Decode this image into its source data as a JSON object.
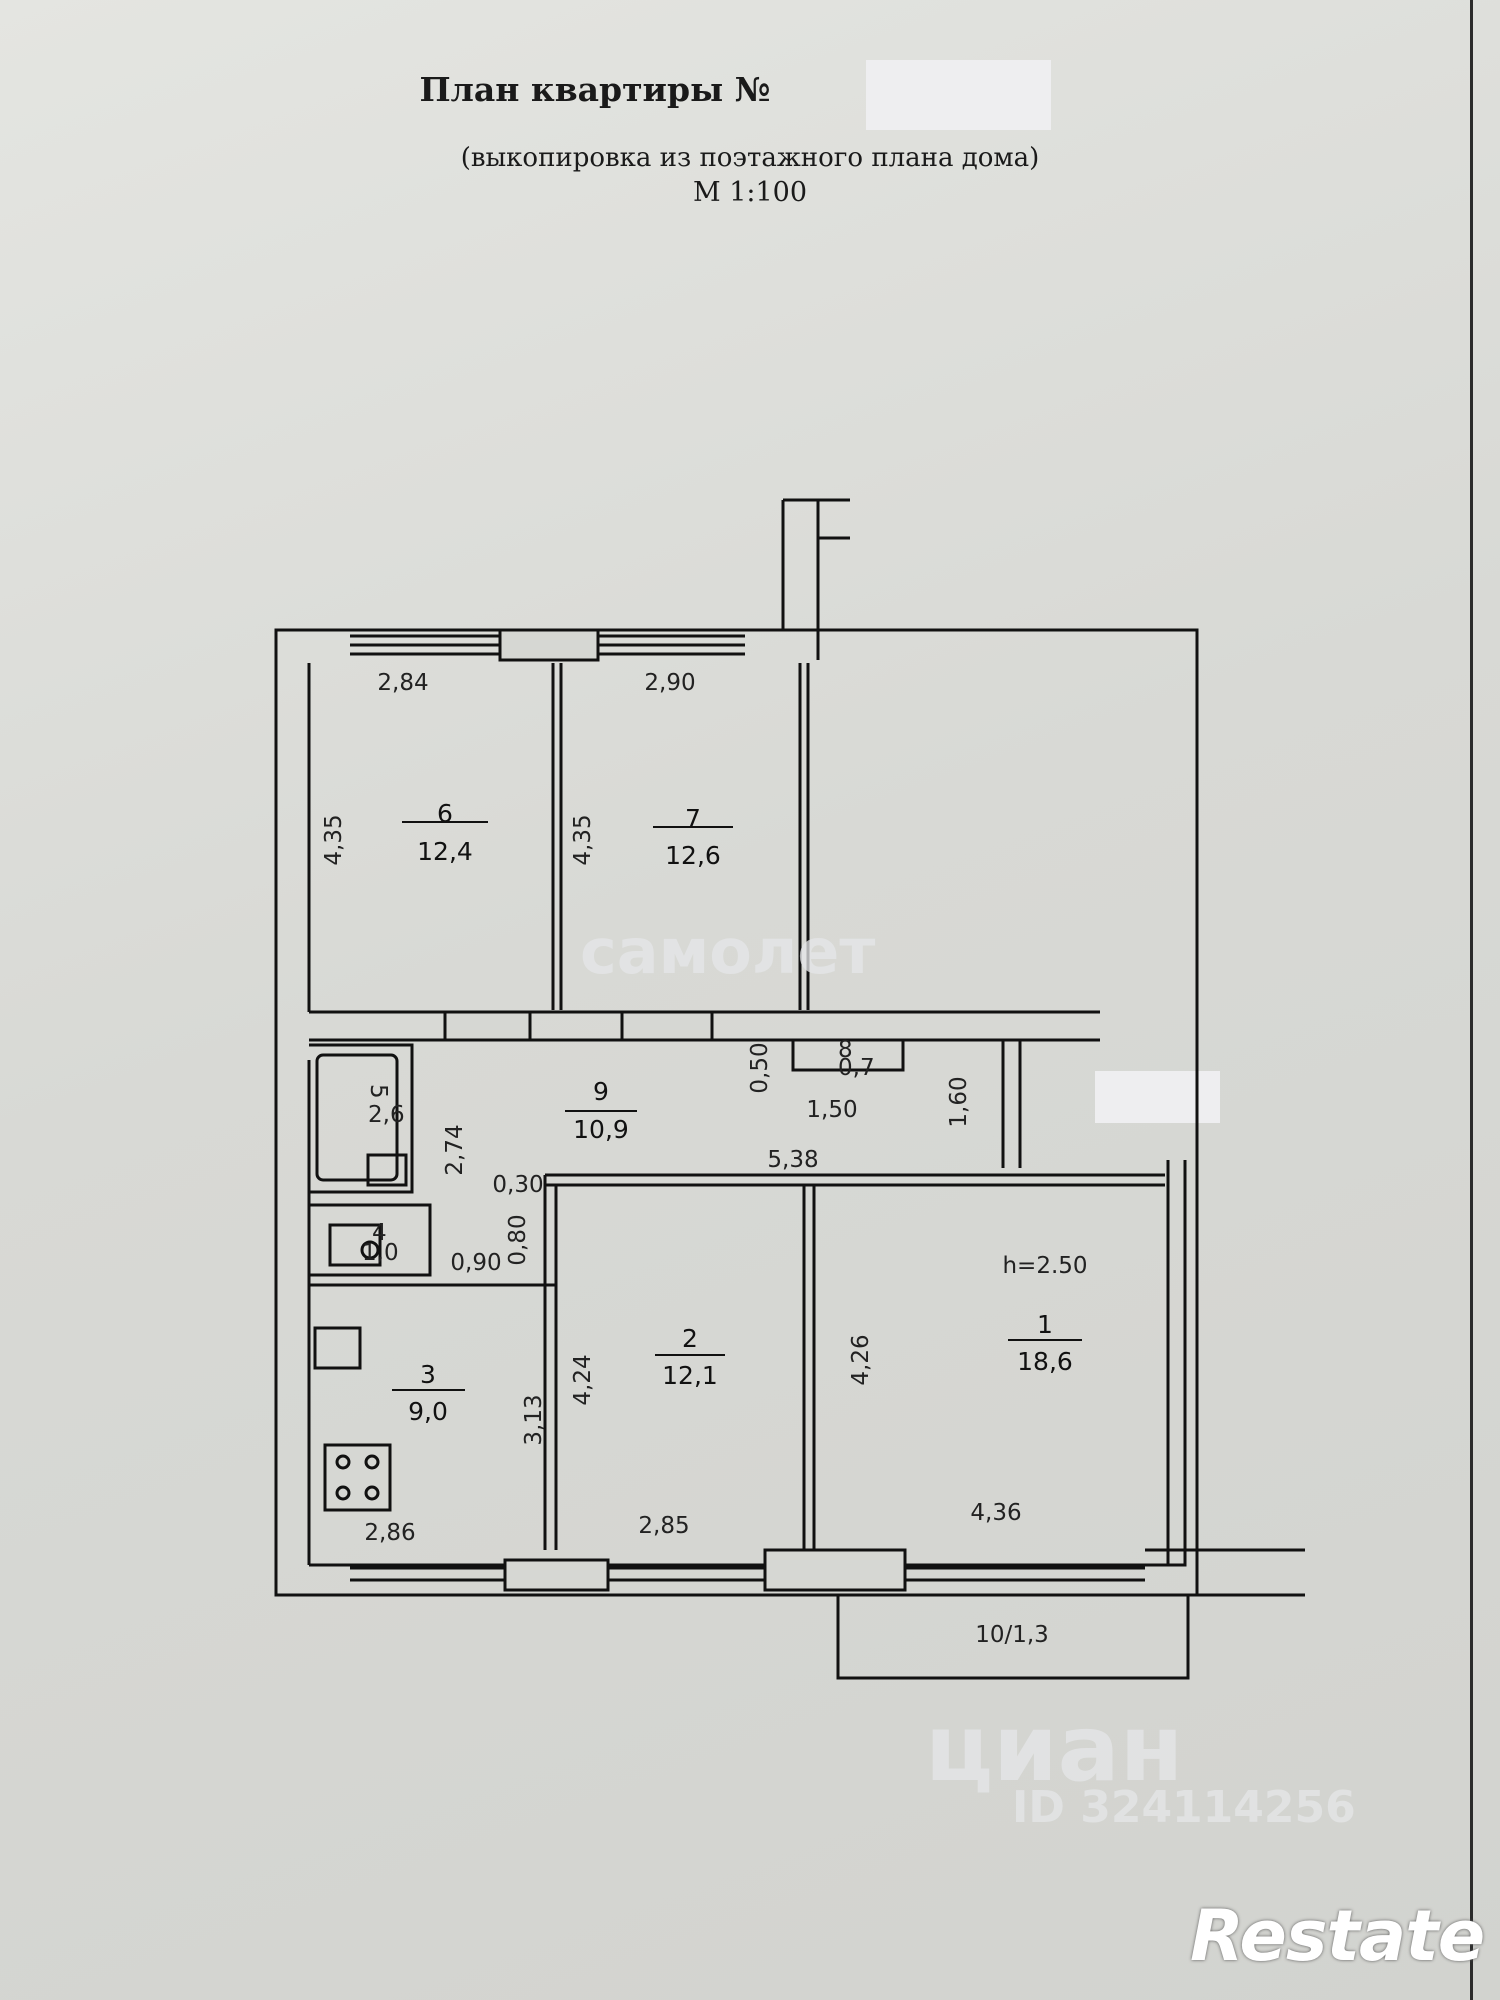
{
  "document": {
    "title_prefix": "План квартиры №",
    "subtitle": "(выкопировка из поэтажного плана дома)",
    "scale": "М 1:100"
  },
  "plan": {
    "ceiling_height": "h=2.50",
    "rooms": [
      {
        "number": "1",
        "area": "18,6"
      },
      {
        "number": "2",
        "area": "12,1"
      },
      {
        "number": "3",
        "area": "9,0"
      },
      {
        "number": "4",
        "area": "1,0"
      },
      {
        "number": "5",
        "area": "2,6"
      },
      {
        "number": "6",
        "area": "12,4"
      },
      {
        "number": "7",
        "area": "12,6"
      },
      {
        "number": "8",
        "area": "0,7"
      },
      {
        "number": "9",
        "area": "10,9"
      }
    ],
    "balcony": "10/1,3",
    "dimensions": {
      "r6_width": "2,84",
      "r6_height": "4,35",
      "r7_width": "2,90",
      "r7_height": "4,35",
      "corridor_length": "5,38",
      "corridor_r5": "2,74",
      "wall_a": "0,30",
      "wall_b": "0,80",
      "wall_c": "0,90",
      "closet_a": "0,50",
      "closet_b": "1,50",
      "closet_c": "1,60",
      "r1_height": "4,26",
      "r1_width": "4,36",
      "r2_height": "4,24",
      "r2_width": "2,85",
      "r3_height": "3,13",
      "r3_width": "2,86"
    }
  },
  "watermarks": {
    "samolet": "самолет",
    "cian": "циан",
    "cian_id": "ID 324114256",
    "restate": "Restate"
  }
}
